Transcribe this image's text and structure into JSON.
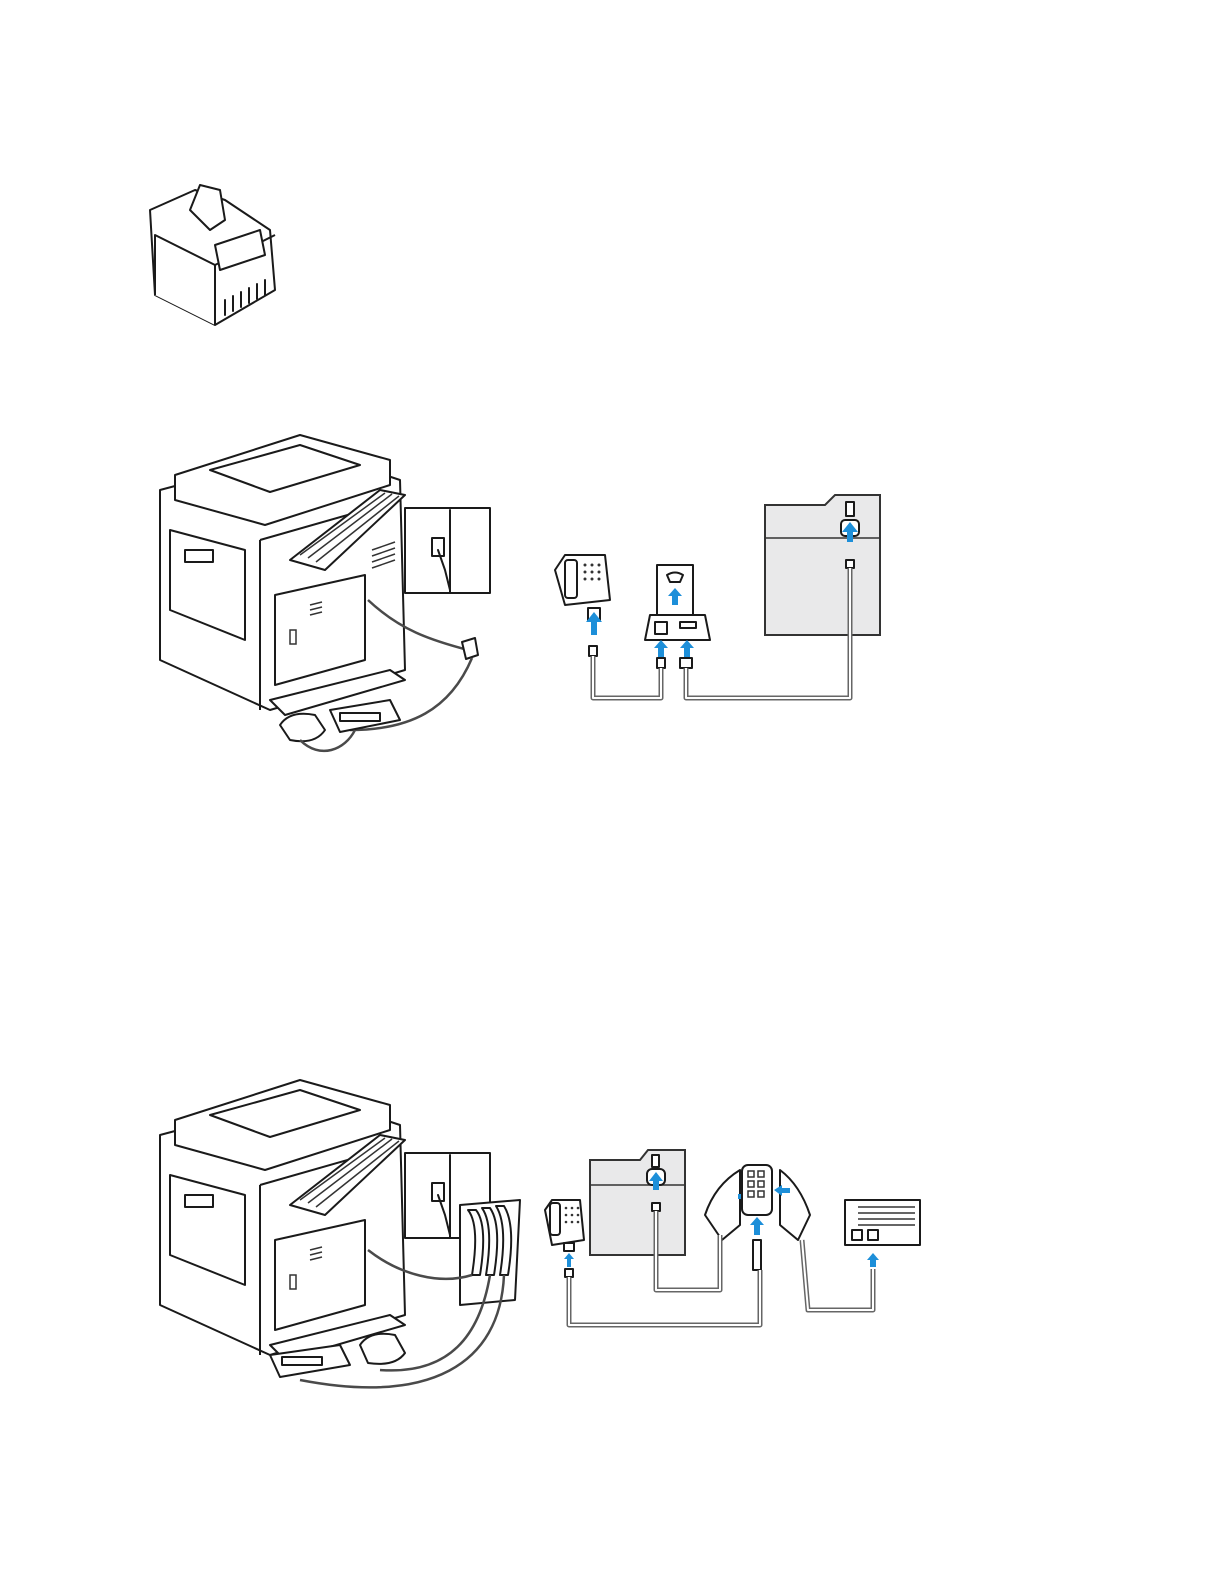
{
  "figures": [
    {
      "id": "rj11-connector",
      "icon": "rj11-plug-icon"
    },
    {
      "id": "printer-fax-setup-1",
      "icon": "printer-icon"
    },
    {
      "id": "wall-jack-wiring-diagram",
      "icon": "phone-splitter-icon"
    },
    {
      "id": "printer-fax-setup-2",
      "icon": "printer-icon"
    },
    {
      "id": "adapter-wiring-diagram",
      "icon": "phone-adapter-icon"
    }
  ],
  "colors": {
    "arrow": "#1d8fd9",
    "panel": "#e9e9ea",
    "ink": "#1a1a1a",
    "wire": "#666666"
  }
}
